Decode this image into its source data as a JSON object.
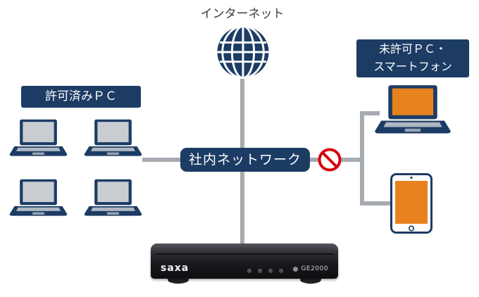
{
  "diagram": {
    "internet_label": "インターネット",
    "approved_label": "許可済みＰＣ",
    "network_label": "社内ネットワーク",
    "unauthorized_label_line1": "未許可ＰＣ・",
    "unauthorized_label_line2": "スマートフォン"
  },
  "device": {
    "brand": "saxa",
    "model": "GE2000"
  },
  "colors": {
    "navy": "#1c3c64",
    "orange": "#e8821f",
    "line_gray": "#a6abb1",
    "screen_gray": "#c9cdd2",
    "prohibit_red": "#d7000f",
    "device_black": "#141417"
  }
}
